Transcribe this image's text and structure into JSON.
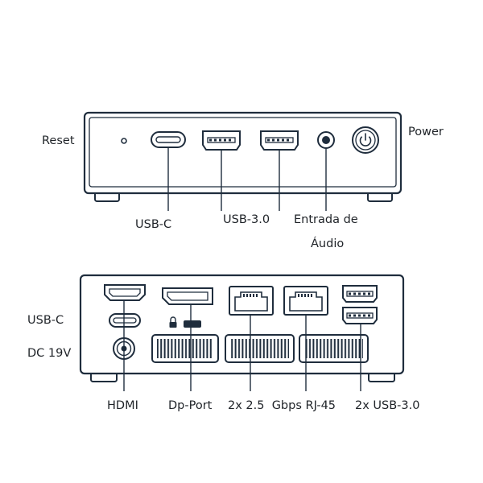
{
  "colors": {
    "stroke": "#1f2d3d",
    "text": "#1f2328",
    "background": "#ffffff"
  },
  "front": {
    "labels": {
      "reset": "Reset",
      "power": "Power",
      "usb_c": "USB-C",
      "usb_3": "USB-3.0",
      "audio_line1": "Entrada de",
      "audio_line2": "Áudio"
    },
    "icons": [
      "reset-pinhole-icon",
      "usb-c-port-icon",
      "usb-a-port-icon",
      "audio-jack-icon",
      "power-button-icon"
    ]
  },
  "rear": {
    "labels": {
      "usb_c": "USB-C",
      "dc": "DC 19V",
      "hdmi": "HDMI",
      "dp": "Dp-Port",
      "rj45": "2x 2.5  Gbps RJ-45",
      "usb3": "2x USB-3.0"
    },
    "icons": [
      "hdmi-port-icon",
      "usb-c-port-icon",
      "dc-jack-icon",
      "displayport-icon",
      "lock-icon",
      "rj45-port-icon",
      "usb-a-port-icon",
      "vent-grille-icon"
    ]
  }
}
